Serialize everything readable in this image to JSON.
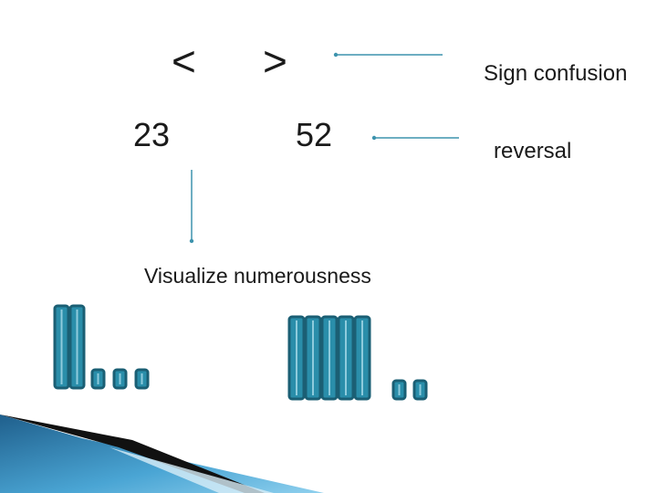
{
  "symbols": {
    "less_than": "<",
    "greater_than": ">"
  },
  "numbers": {
    "first": "23",
    "second": "52"
  },
  "labels": {
    "sign_confusion": "Sign confusion",
    "reversal": "reversal",
    "visualize": "Visualize numerousness"
  },
  "blocks": {
    "left": {
      "tens": 2,
      "ones": 3
    },
    "right": {
      "tens": 5,
      "ones": 2
    }
  },
  "colors": {
    "block_fill": "#2a8eaa",
    "block_stroke": "#1b5f74",
    "arrow": "#3d93ad",
    "text": "#1a1a1a",
    "deco_dark": "#1f5f8c",
    "deco_light": "#4aa5d4"
  }
}
